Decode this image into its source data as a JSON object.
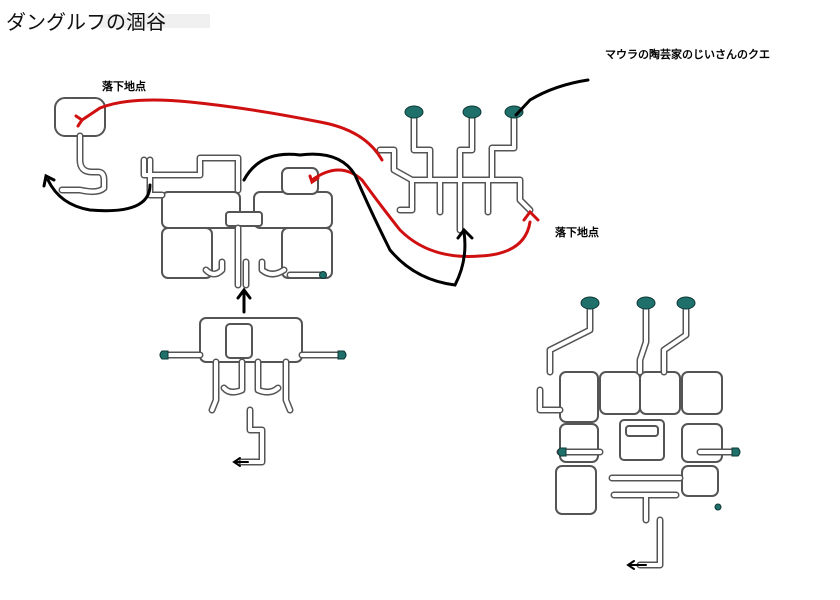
{
  "title": "ダングルフの涸谷",
  "labels": {
    "drop_point_left": "落下地点",
    "drop_point_right": "落下地点",
    "quest_note": "マウラの陶芸家のじいさんのクエ"
  },
  "colors": {
    "route_red": "#d01010",
    "route_black": "#000000",
    "exit_cap": "#1f6f6a",
    "wall": "#555555"
  },
  "icons": {
    "exit_markers": "teal-cap-icon",
    "direction_arrows": "arrow-icon"
  }
}
